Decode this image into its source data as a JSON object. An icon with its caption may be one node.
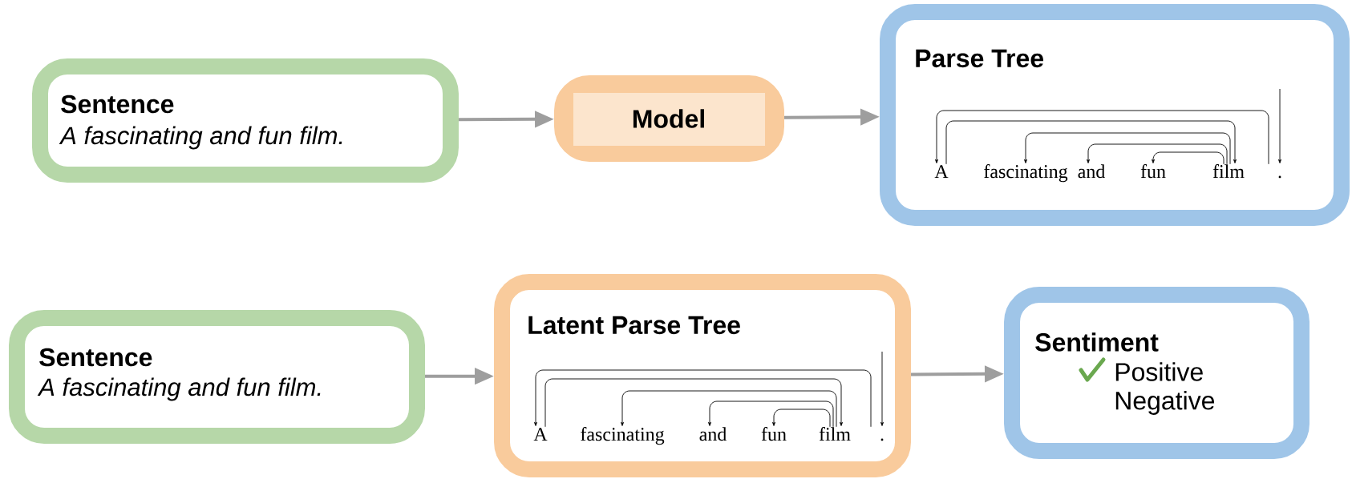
{
  "diagram": {
    "nodes": [
      {
        "text": [
          "Sentence",
          "A fascinating and fun film."
        ]
      },
      {
        "text": [
          "Model"
        ]
      },
      {
        "text": [
          "Parse Tree"
        ]
      },
      {
        "text": [
          "A"
        ],
        "in": 2
      },
      {
        "text": [
          "fascinating"
        ],
        "in": 2
      },
      {
        "text": [
          "and"
        ],
        "in": 2
      },
      {
        "text": [
          "fun"
        ],
        "in": 2
      },
      {
        "text": [
          "film"
        ],
        "in": 2
      },
      {
        "text": [
          "."
        ],
        "in": 2
      },
      {
        "text": [
          "Sentence",
          "A fascinating and fun film."
        ]
      },
      {
        "text": [
          "Latent Parse Tree"
        ]
      },
      {
        "text": [
          "A"
        ],
        "in": 10
      },
      {
        "text": [
          "fascinating"
        ],
        "in": 10
      },
      {
        "text": [
          "and"
        ],
        "in": 10
      },
      {
        "text": [
          "fun"
        ],
        "in": 10
      },
      {
        "text": [
          "film"
        ],
        "in": 10
      },
      {
        "text": [
          "."
        ],
        "in": 10
      },
      {
        "text": [
          "Sentiment",
          "Positive",
          "Negative"
        ]
      }
    ],
    "edges": [
      {
        "from": 0,
        "to": 1,
        "arrow": "to",
        "style": "thick",
        "color": "#9e9e9e"
      },
      {
        "from": 1,
        "to": 2,
        "arrow": "to",
        "style": "thick",
        "color": "#9e9e9e"
      },
      {
        "from": 8,
        "to": 3,
        "arrow": "to"
      },
      {
        "from": 3,
        "to": 7,
        "arrow": "to"
      },
      {
        "from": 7,
        "to": 4,
        "arrow": "to"
      },
      {
        "from": 7,
        "to": 5,
        "arrow": "to"
      },
      {
        "from": 7,
        "to": 6,
        "arrow": "to"
      },
      {
        "from": null,
        "to": 8,
        "arrow": "to"
      },
      {
        "from": 9,
        "to": 10,
        "arrow": "to",
        "style": "thick",
        "color": "#9e9e9e"
      },
      {
        "from": 10,
        "to": 17,
        "arrow": "to",
        "style": "thick",
        "color": "#9e9e9e"
      },
      {
        "from": 16,
        "to": 11,
        "arrow": "to"
      },
      {
        "from": 11,
        "to": 15,
        "arrow": "to"
      },
      {
        "from": 15,
        "to": 12,
        "arrow": "to"
      },
      {
        "from": 15,
        "to": 13,
        "arrow": "to"
      },
      {
        "from": 15,
        "to": 14,
        "arrow": "to"
      },
      {
        "from": null,
        "to": 16,
        "arrow": "to"
      }
    ]
  }
}
